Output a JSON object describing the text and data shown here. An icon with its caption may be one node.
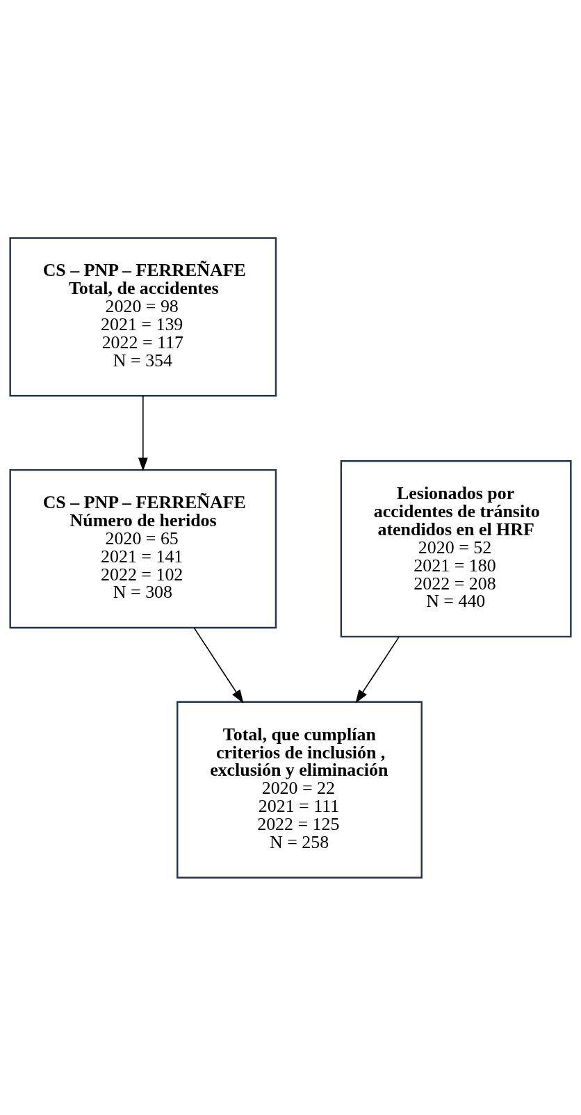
{
  "diagram": {
    "nodes": [
      {
        "text": [
          "CS – PNP – FERREÑAFE",
          "Total, de accidentes",
          "2020 = 98",
          "2021 = 139",
          "2022 = 117",
          "N = 354"
        ]
      },
      {
        "text": [
          "CS – PNP – FERREÑAFE",
          "Número de heridos",
          "2020 = 65",
          "2021 = 141",
          "2022 = 102",
          "N = 308"
        ]
      },
      {
        "text": [
          "Lesionados por accidentes de tránsito atendidos en el HRF",
          "2020 = 52",
          "2021 = 180",
          "2022 = 208",
          "N = 440"
        ]
      },
      {
        "text": [
          "Total, que cumplían criterios de inclusión , exclusión y eliminación",
          "2020 = 22",
          "2021 = 111",
          "2022 = 125",
          "N = 258"
        ]
      }
    ],
    "edges": [
      {
        "from": 0,
        "to": 1,
        "arrow": "to"
      },
      {
        "from": 1,
        "to": 3,
        "arrow": "to"
      },
      {
        "from": 2,
        "to": 3,
        "arrow": "to"
      }
    ]
  }
}
